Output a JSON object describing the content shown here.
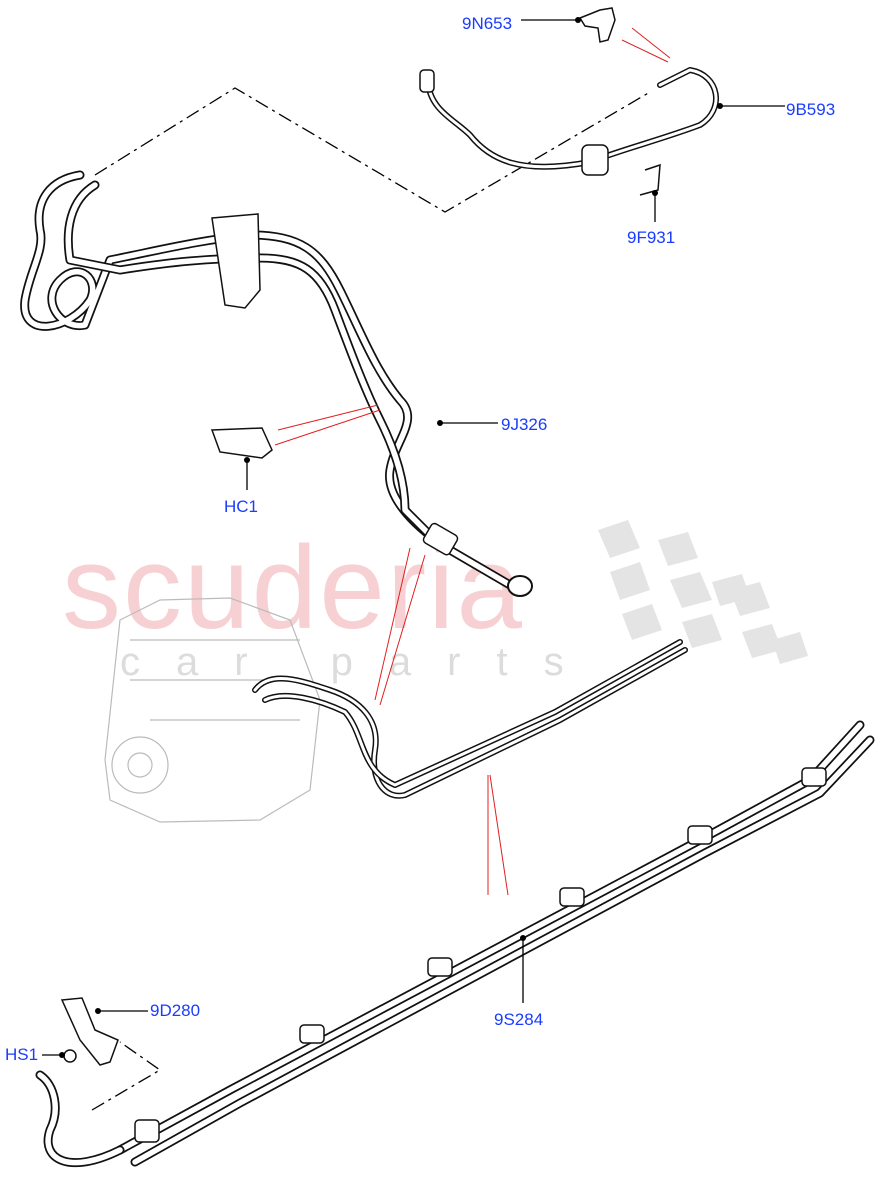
{
  "watermark": {
    "brand": "scuderia",
    "sub": "car parts"
  },
  "callouts": [
    {
      "id": "9N653"
    },
    {
      "id": "9B593"
    },
    {
      "id": "9F931"
    },
    {
      "id": "9J326"
    },
    {
      "id": "HC1"
    },
    {
      "id": "9D280"
    },
    {
      "id": "HS1"
    },
    {
      "id": "9S284"
    }
  ],
  "colors": {
    "label": "#1a3cff",
    "leader": "#000000",
    "reference_line": "#e02020",
    "watermark": "#f6c8cc"
  }
}
